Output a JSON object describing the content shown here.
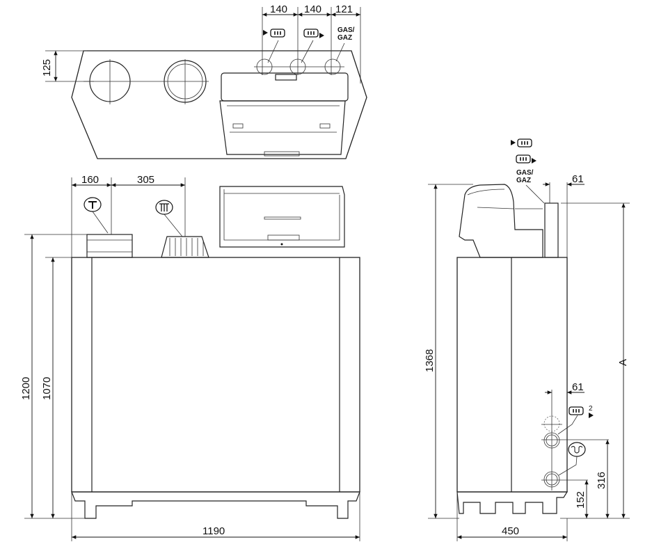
{
  "top_view": {
    "dims": {
      "d1": "140",
      "d2": "140",
      "d3": "121",
      "depth": "125"
    },
    "labels": {
      "gas": "GAS/",
      "gaz": "GAZ"
    }
  },
  "front_view": {
    "dims": {
      "flue_offset": "160",
      "intake_offset": "305",
      "height_total": "1200",
      "height_body": "1070",
      "width": "1190"
    }
  },
  "side_view": {
    "labels": {
      "gas": "GAS/",
      "gaz": "GAZ",
      "superscript": "2",
      "a_dim": "A"
    },
    "dims": {
      "top_offset": "61",
      "lower_offset": "61",
      "height_total": "1368",
      "conn_upper": "316",
      "conn_lower": "152",
      "depth": "450"
    }
  },
  "icons": [
    "flow-icon",
    "return-icon",
    "flue-icon",
    "air-intake-icon",
    "siphon-icon"
  ]
}
